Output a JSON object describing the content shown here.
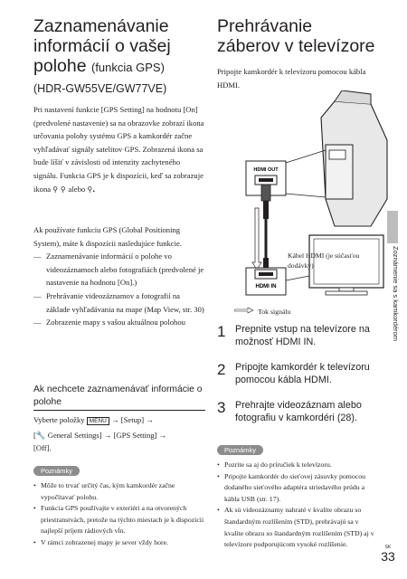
{
  "left": {
    "title_main": "Zaznamenávanie informácií o vašej polohe",
    "title_suffix": "(funkcia GPS)",
    "model": "(HDR-GW55VE/GW77VE)",
    "para1": "Pri nastavení funkcie [GPS Setting] na hodnotu [On] (predvolené nastavenie) sa na obrazovke zobrazí ikona určovania polohy systému GPS a kamkordér začne vyhľadávať signály satelitov GPS. Zobrazená ikona sa bude líšiť v závislosti od intenzity zachyteného signálu. Funkcia GPS je k dispozícii, keď sa zobrazuje ikona",
    "para1_end": "alebo",
    "para2": "Ak používate funkciu GPS (Global Positioning System), máte k dispozícii nasledujúce funkcie.",
    "bullets": [
      "Zaznamenávanie informácií o polohe vo videozáznamoch alebo fotografiách (predvolené je nastavenie na hodnotu [On].)",
      "Prehrávanie videozáznamov a fotografií na základe vyhľadávania na mape (Map View, str. 30)",
      "Zobrazenie mapy s vašou aktuálnou polohou"
    ],
    "section_title": "Ak nechcete zaznamenávať informácie o polohe",
    "select_prefix": "Vyberte položky",
    "menu_key": "MENU",
    "select_rest1": "→ [Setup] →",
    "select_rest2": "[",
    "select_rest3": "General Settings] → [GPS Setting] →",
    "select_rest4": "[Off].",
    "notes_label": "Poznámky",
    "notes": [
      "Môže to trvať určitý čas, kým kamkordér začne vypočítavať polohu.",
      "Funkcia GPS používajte v exteriéri a na otvorených priestranstvách, pretože na týchto miestach je k dispozícii najlepší príjem rádiových vĺn.",
      "V rámci zobrazenej mapy je sever vždy hore."
    ]
  },
  "right": {
    "title": "Prehrávanie záberov v televízore",
    "intro": "Pripojte kamkordér k televízoru pomocou kábla HDMI.",
    "hdmi_out": "HDMI OUT",
    "hdmi_in": "HDMI IN",
    "cable_label": "Kábel HDMI (je súčasťou dodávky)",
    "signal_label": "Tok signálu",
    "steps": [
      {
        "num": "1",
        "text": "Prepnite vstup na televízore na možnosť HDMI IN."
      },
      {
        "num": "2",
        "text": "Pripojte kamkordér k televízoru pomocou kábla HDMI."
      },
      {
        "num": "3",
        "text": "Prehrajte videozáznam alebo fotografiu v kamkordéri (28)."
      }
    ],
    "notes_label": "Poznámky",
    "notes": [
      "Pozrite sa aj do príručiek k televízoru.",
      "Pripojte kamkordér do sieťovej zásuvky pomocou dodaného sieťového adaptéra striedavého prúdu a kábla USB (str. 17).",
      "Ak sú videozáznamy nahraté v kvalite obrazu so štandardným rozlíšením (STD), prehrávajú sa v kvalite obrazu so štandardným rozlíšením (STD) aj v televízore podporujúcom vysoké rozlíšenie."
    ]
  },
  "sidebar": {
    "section": "Zoznámenie sa s kamkordérom"
  },
  "footer": {
    "lang": "SK",
    "page": "33"
  }
}
